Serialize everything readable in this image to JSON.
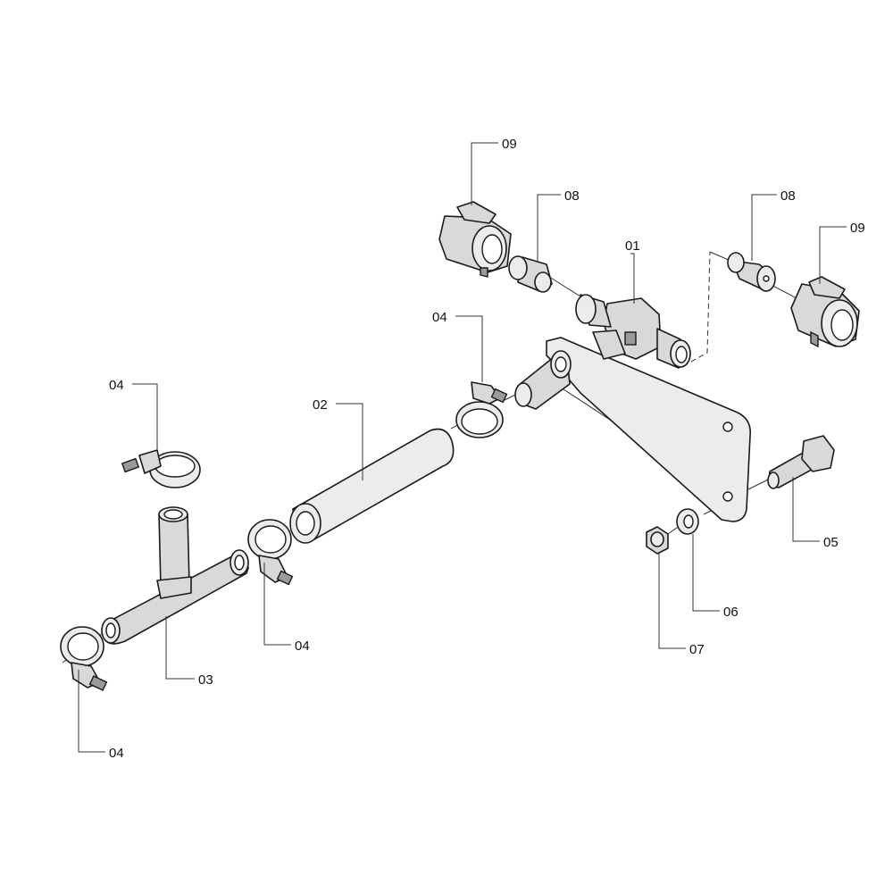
{
  "callouts": {
    "c01": "01",
    "c02": "02",
    "c03": "03",
    "c04_clamp_valve": "04",
    "c04_clamp_upper_left": "04",
    "c04_clamp_mid": "04",
    "c04_clamp_lower_left": "04",
    "c05": "05",
    "c06": "06",
    "c07": "07",
    "c08_left": "08",
    "c08_right": "08",
    "c09_left": "09",
    "c09_right": "09"
  }
}
